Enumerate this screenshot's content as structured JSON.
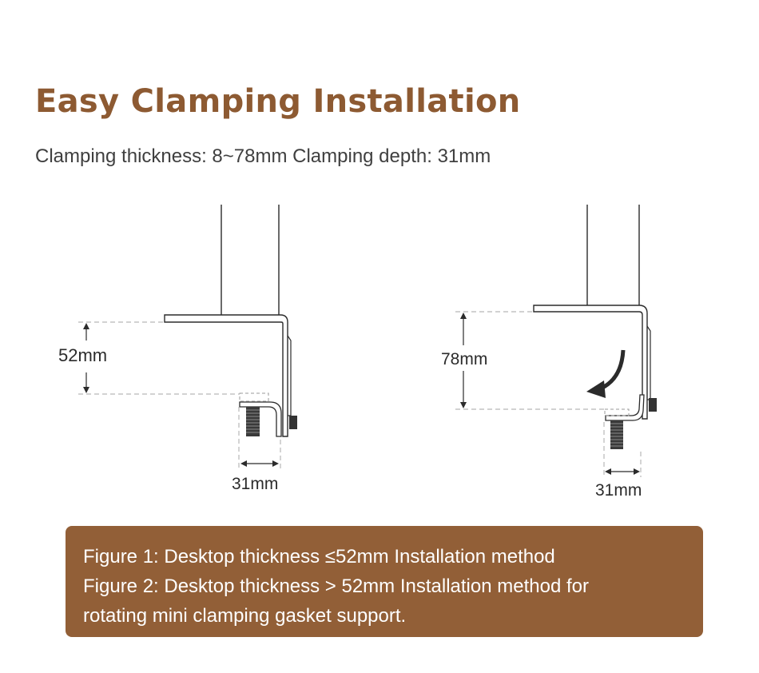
{
  "header": {
    "title": "Easy Clamping Installation",
    "subtitle": "Clamping thickness: 8~78mm  Clamping depth: 31mm"
  },
  "figure1": {
    "height_label": "52mm",
    "depth_label": "31mm"
  },
  "figure2": {
    "height_label": "78mm",
    "depth_label": "31mm",
    "rotation_icon": "curved-arrow-icon"
  },
  "notes": {
    "line1": "Figure 1: Desktop thickness ≤52mm Installation method",
    "line2": "Figure 2: Desktop thickness > 52mm Installation method for",
    "line3": "rotating mini clamping gasket support."
  },
  "colors": {
    "accent": "#8d5a32",
    "note_background": "#925f37",
    "line": "#2b2b2b",
    "dashed": "#b8b8b8"
  }
}
